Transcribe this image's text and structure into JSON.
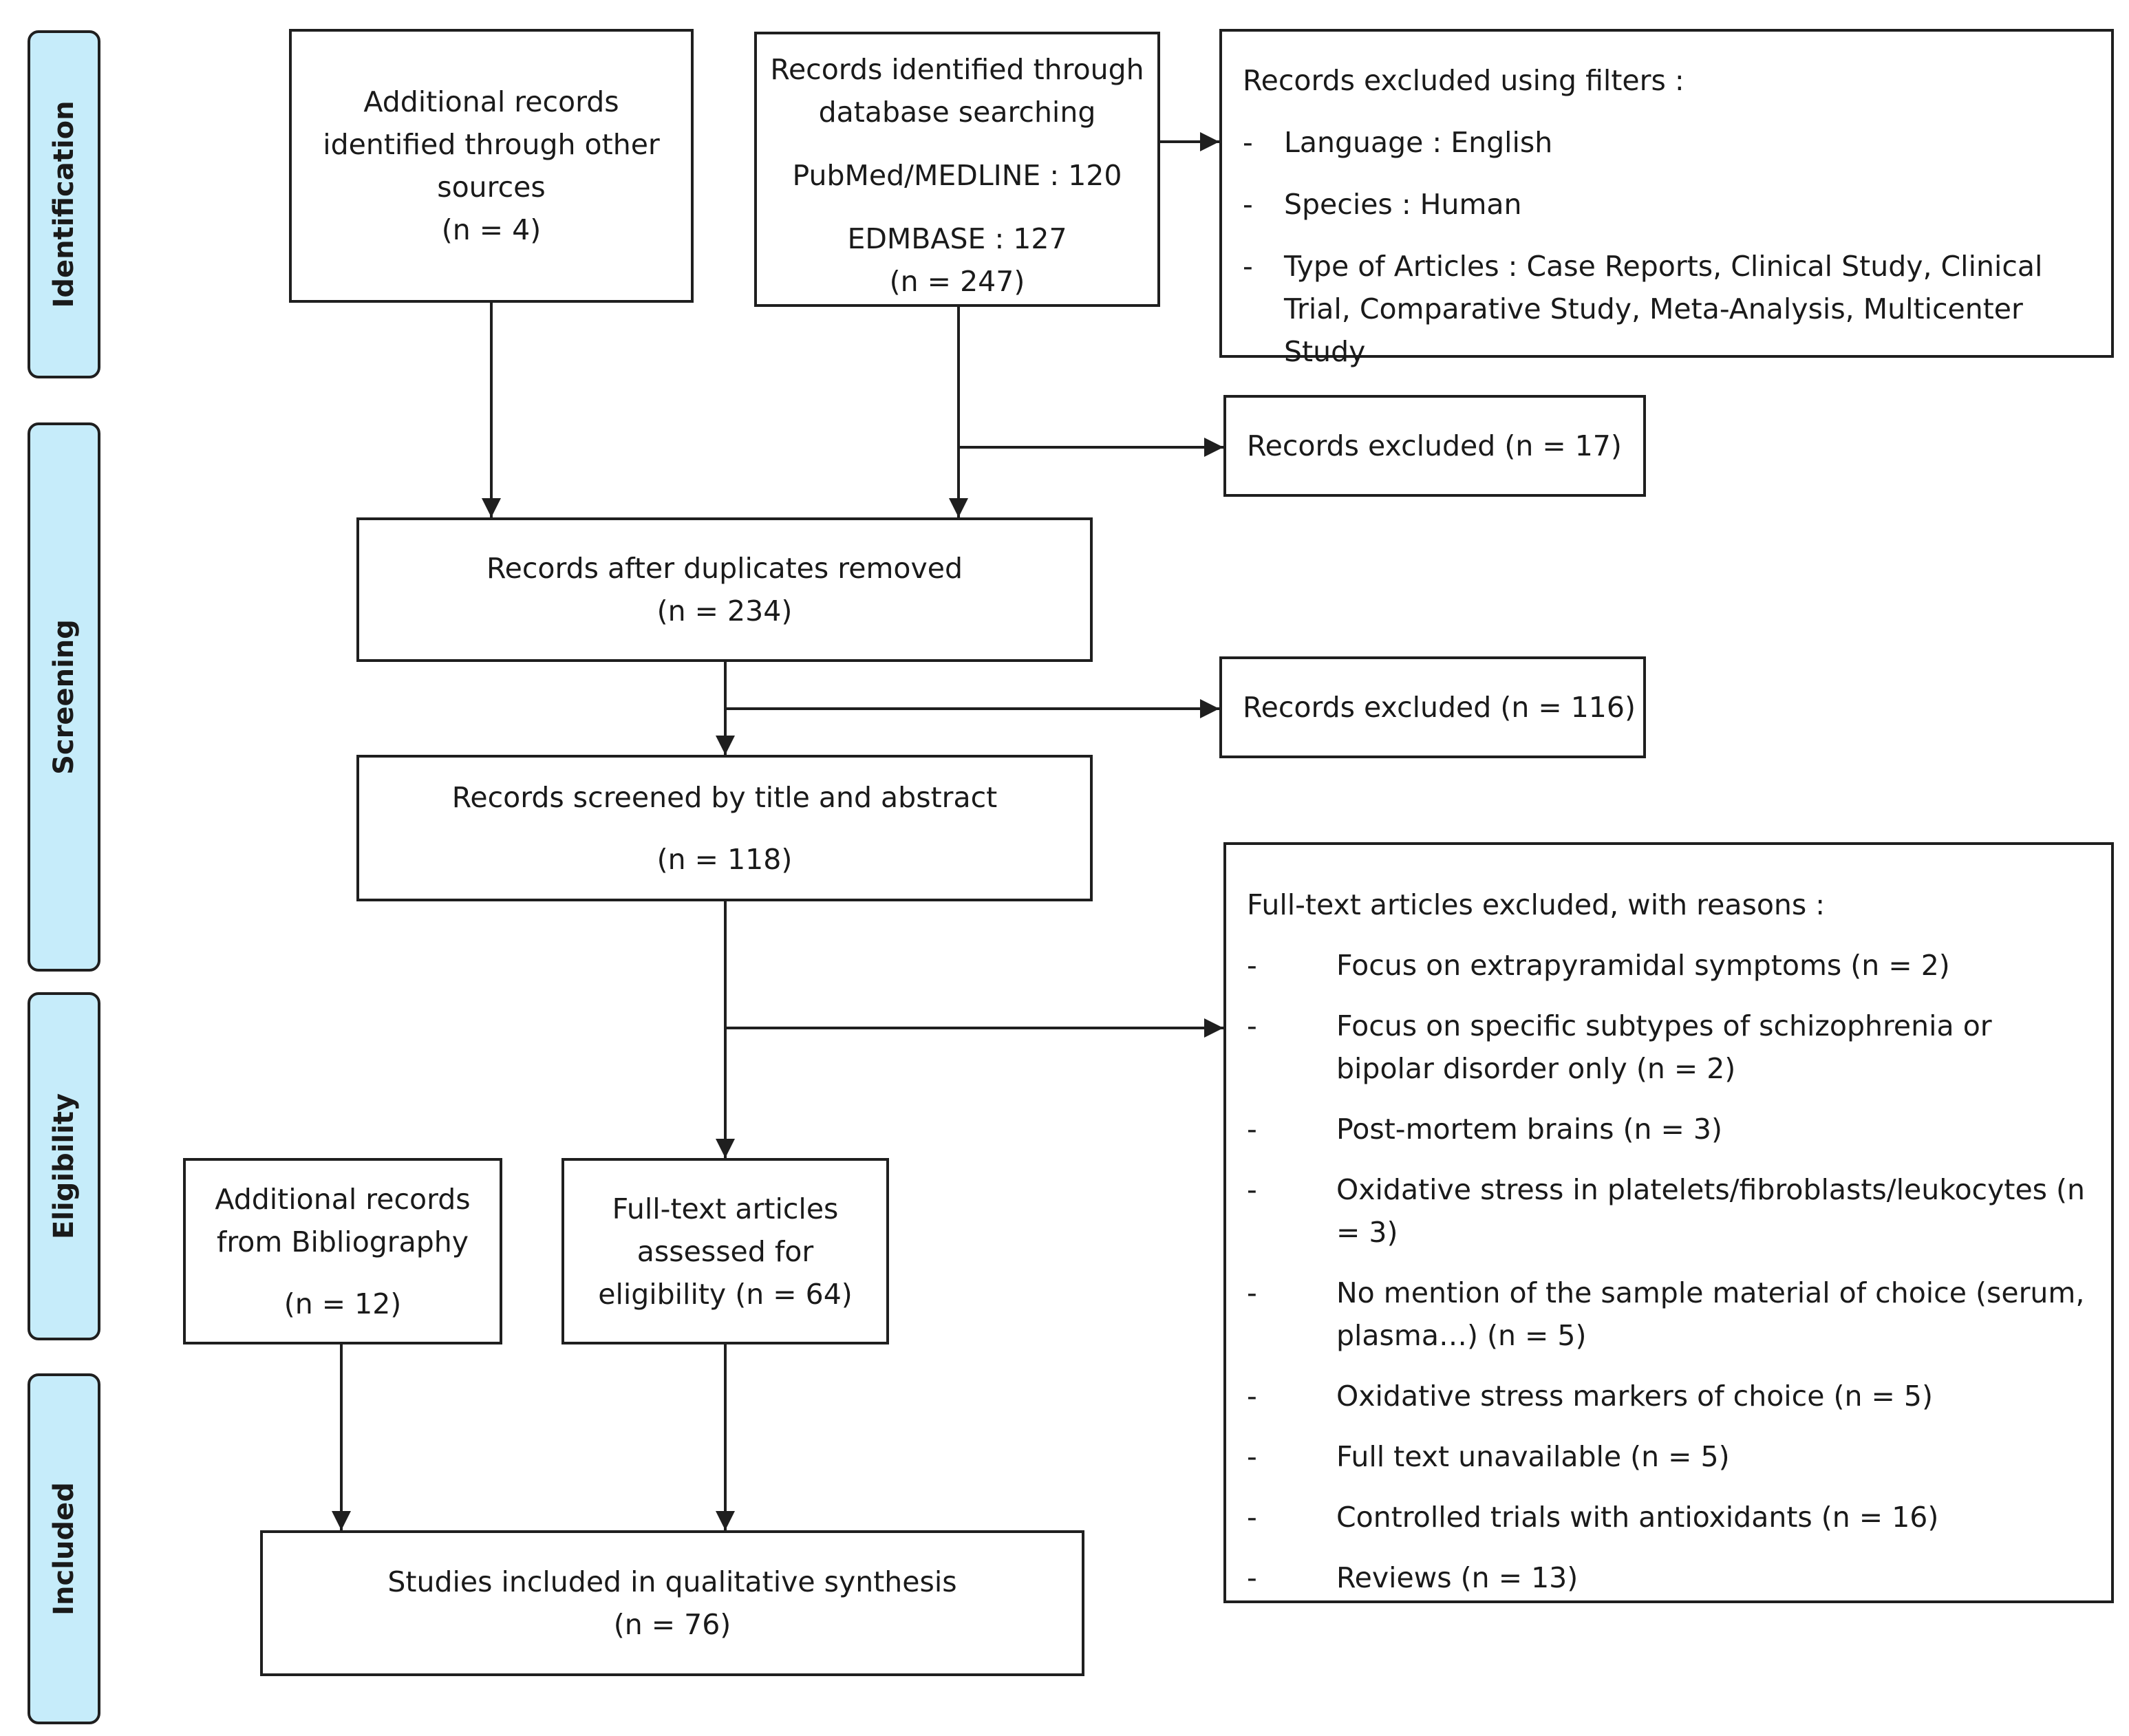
{
  "phases": {
    "identification": "Identification",
    "screening": "Screening",
    "eligibility": "Eligibility",
    "included": "Included"
  },
  "boxes": {
    "other_sources": "Additional records\nidentified through other\nsources\n(n = 4)",
    "database_title": "Records identified through\ndatabase searching",
    "pubmed": "PubMed/MEDLINE : 120",
    "edmbase": "EDMBASE : 127\n(n =  247)",
    "after_duplicates": "Records after duplicates removed\n(n = 234)",
    "screened": "Records screened by title and abstract",
    "screened_n": "(n = 118)",
    "bibliography": "Additional records\nfrom Bibliography",
    "bibliography_n": "(n = 12)",
    "fulltext_assessed": "Full-text articles\nassessed for\neligibility (n = 64)",
    "included": "Studies included in qualitative synthesis\n(n = 76)",
    "excluded_17": "Records excluded (n = 17)",
    "excluded_116": "Records excluded (n = 116)"
  },
  "filters": {
    "title": "Records excluded using filters :",
    "items": [
      "Language : English",
      "Species : Human",
      "Type of Articles : Case Reports, Clinical Study, Clinical Trial, Comparative Study, Meta-Analysis, Multicenter Study"
    ]
  },
  "fulltext_excluded": {
    "title": "Full-text articles excluded, with reasons :",
    "items": [
      "Focus on extrapyramidal symptoms (n = 2)",
      "Focus on specific subtypes of schizophrenia or bipolar disorder only (n = 2)",
      "Post-mortem brains (n = 3)",
      "Oxidative stress in platelets/fibroblasts/leukocytes (n = 3)",
      "No mention of the sample material of choice (serum, plasma…) (n = 5)",
      "Oxidative stress markers of choice (n = 5)",
      "Full text unavailable (n = 5)",
      "Controlled trials with antioxidants (n = 16)",
      "Reviews (n = 13)"
    ]
  },
  "bullet": "-"
}
